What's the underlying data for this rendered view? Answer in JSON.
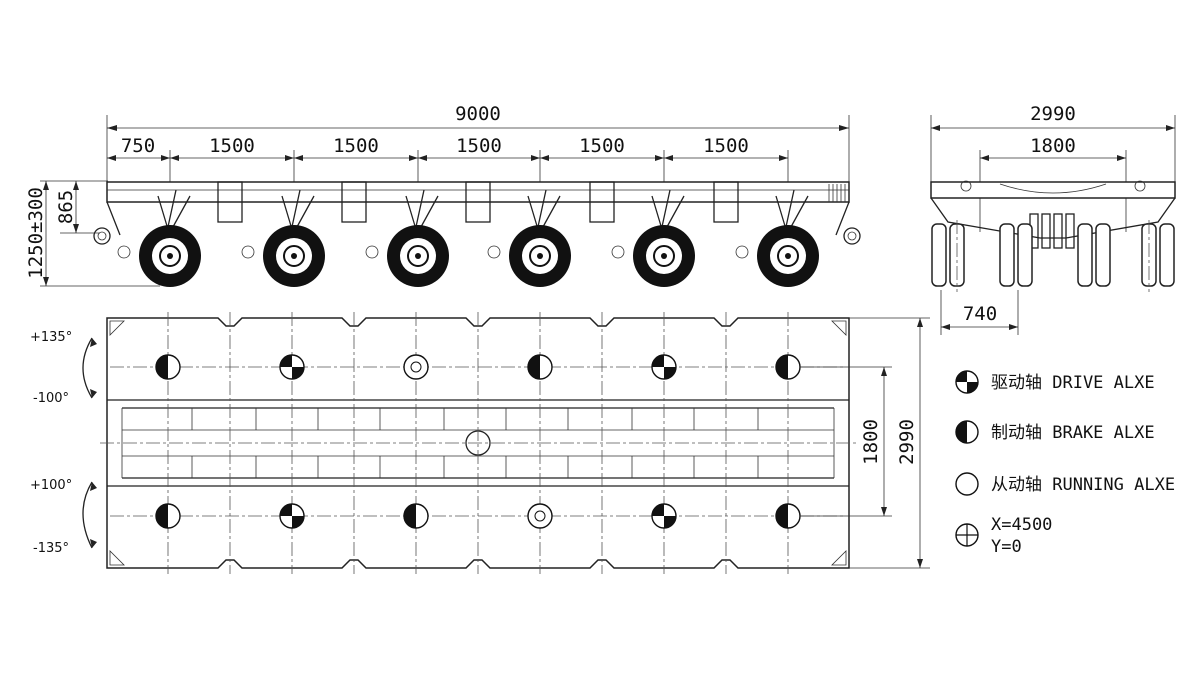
{
  "dimensions": {
    "overall_length": "9000",
    "segment_first": "750",
    "segment_1": "1500",
    "segment_2": "1500",
    "segment_3": "1500",
    "segment_4": "1500",
    "segment_5": "1500",
    "height_range": "1250±300",
    "height_deck": "865",
    "overall_width": "2990",
    "axle_track": "1800",
    "tyre_spacing": "740",
    "plan_inner_width": "1800",
    "plan_outer_width": "2990"
  },
  "steering_angles": {
    "front_top": "+135°",
    "front_bottom": "-100°",
    "rear_top": "+100°",
    "rear_bottom": "-135°"
  },
  "legend": {
    "drive": "驱动轴 DRIVE ALXE",
    "brake": "制动轴 BRAKE ALXE",
    "running": "从动轴 RUNNING ALXE",
    "center_x": "X=4500",
    "center_y": "Y=0"
  },
  "axle_layout": {
    "top_row": [
      "brake",
      "drive",
      "running",
      "brake",
      "drive",
      "brake"
    ],
    "bottom_row": [
      "brake",
      "drive",
      "brake",
      "running",
      "drive",
      "brake"
    ]
  }
}
